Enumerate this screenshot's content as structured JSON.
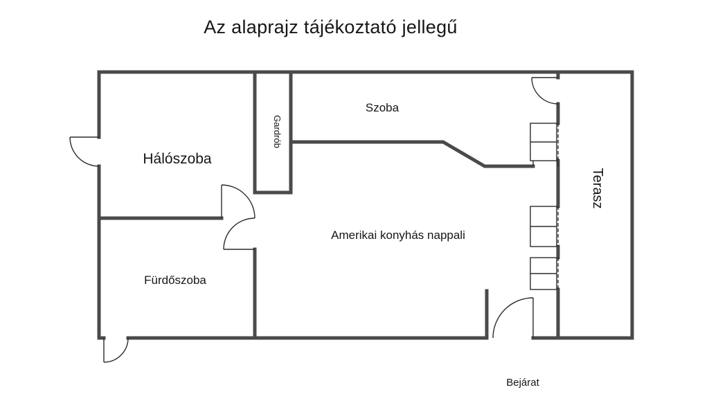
{
  "title": "Az alaprajz tájékoztató jellegű",
  "rooms": {
    "haloszoba": "Hálószoba",
    "gardrob": "Gardrób",
    "szoba": "Szoba",
    "nappali": "Amerikai konyhás nappali",
    "furdoszoba": "Fürdőszoba",
    "terasz": "Terasz"
  },
  "labels": {
    "bejarat": "Bejárat"
  },
  "colors": {
    "wall": "#4a4a4a",
    "line": "#2b2b2b",
    "text": "#161616",
    "background": "#ffffff"
  }
}
